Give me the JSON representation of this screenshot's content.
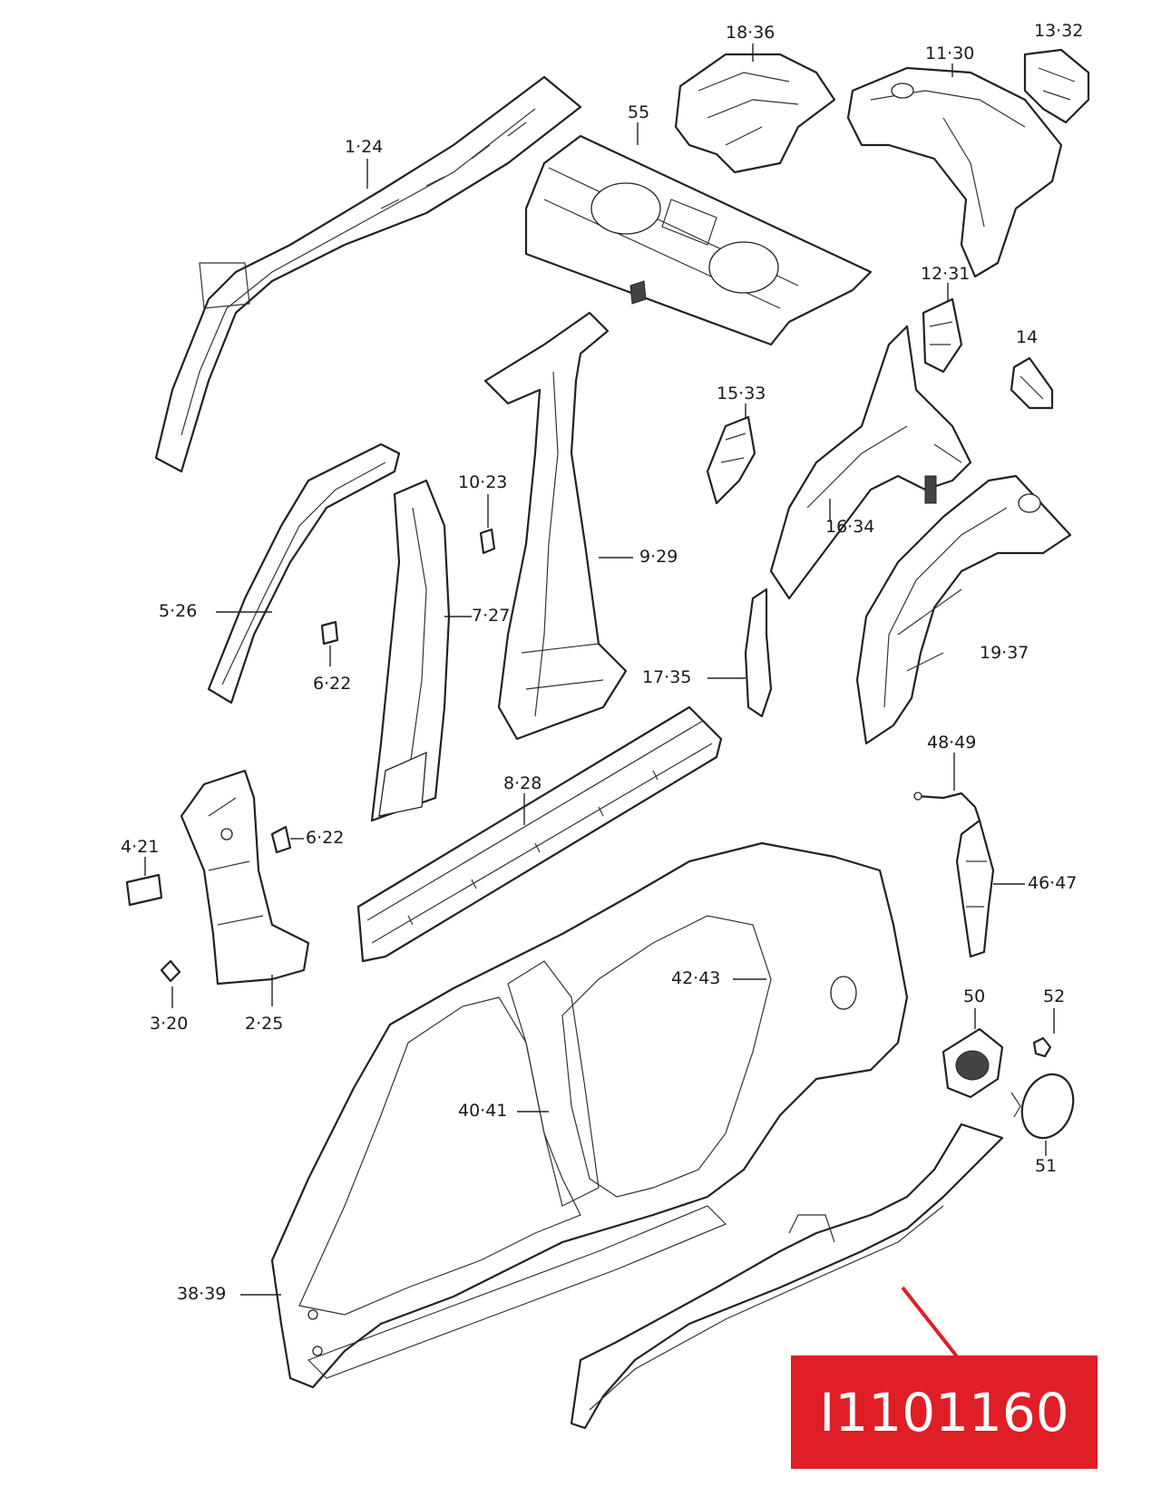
{
  "diagram": {
    "labels": {
      "l_1_24": "1·24",
      "l_18_36": "18·36",
      "l_11_30": "11·30",
      "l_13_32": "13·32",
      "l_55": "55",
      "l_12_31": "12·31",
      "l_14": "14",
      "l_15_33": "15·33",
      "l_10_23": "10·23",
      "l_9_29": "9·29",
      "l_16_34": "16·34",
      "l_5_26": "5·26",
      "l_7_27": "7·27",
      "l_6_22_a": "6·22",
      "l_17_35": "17·35",
      "l_19_37": "19·37",
      "l_48_49": "48·49",
      "l_8_28": "8·28",
      "l_4_21": "4·21",
      "l_6_22_b": "6·22",
      "l_46_47": "46·47",
      "l_42_43": "42·43",
      "l_3_20": "3·20",
      "l_2_25": "2·25",
      "l_50": "50",
      "l_52": "52",
      "l_40_41": "40·41",
      "l_51": "51",
      "l_38_39": "38·39"
    },
    "callout": {
      "text": "I1101160",
      "color": "#e01e26"
    }
  }
}
